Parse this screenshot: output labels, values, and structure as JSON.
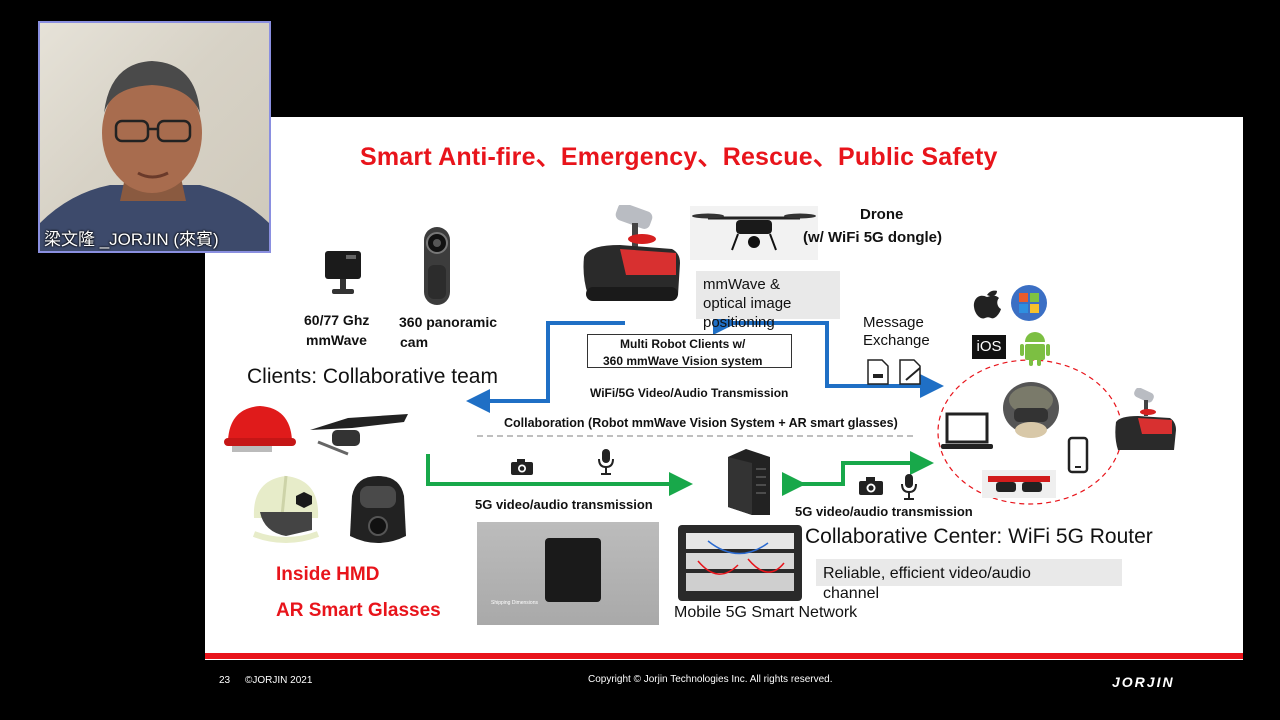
{
  "webcam": {
    "name_label": "梁文隆 _JORJIN (來賓)"
  },
  "slide": {
    "title": "Smart Anti-fire、Emergency、Rescue、Public Safety",
    "drone_label_line1": "Drone",
    "drone_label_line2": "(w/ WiFi 5G dongle)",
    "mmwave_box_text": "mmWave & optical image positioning",
    "radar_label_line1": "60/77 Ghz",
    "radar_label_line2": "mmWave",
    "cam360_label_line1": "360 panoramic",
    "cam360_label_line2": "cam",
    "clients_heading": "Clients: Collaborative team",
    "robot_box_line1": "Multi Robot Clients w/",
    "robot_box_line2": "360 mmWave Vision system",
    "wifi_transmission": "WiFi/5G Video/Audio Transmission",
    "message_exchange_line1": "Message",
    "message_exchange_line2": "Exchange",
    "os_ios_label": "iOS",
    "collaboration_line": "Collaboration (Robot mmWave Vision System + AR smart glasses)",
    "left_transmission": "5G video/audio transmission",
    "right_transmission": "5G video/audio transmission",
    "center_heading": "Collaborative Center: WiFi 5G Router",
    "reliable_box_text": "Reliable, efficient video/audio channel",
    "mobile_network_label": "Mobile  5G Smart Network",
    "inside_hmd": "Inside HMD",
    "ar_glasses": "AR Smart Glasses",
    "case_caption": "Shipping Dimensions"
  },
  "footer": {
    "page_number": "23",
    "copyright_left": "©JORJIN 2021",
    "copyright_center": "Copyright © Jorjin Technologies Inc. All rights reserved.",
    "logo_text": "JORJIN"
  },
  "colors": {
    "accent_red": "#e8141b",
    "arrow_blue": "#1f6fc5",
    "arrow_green": "#18a84a",
    "webcam_border": "#8a8fe0"
  }
}
